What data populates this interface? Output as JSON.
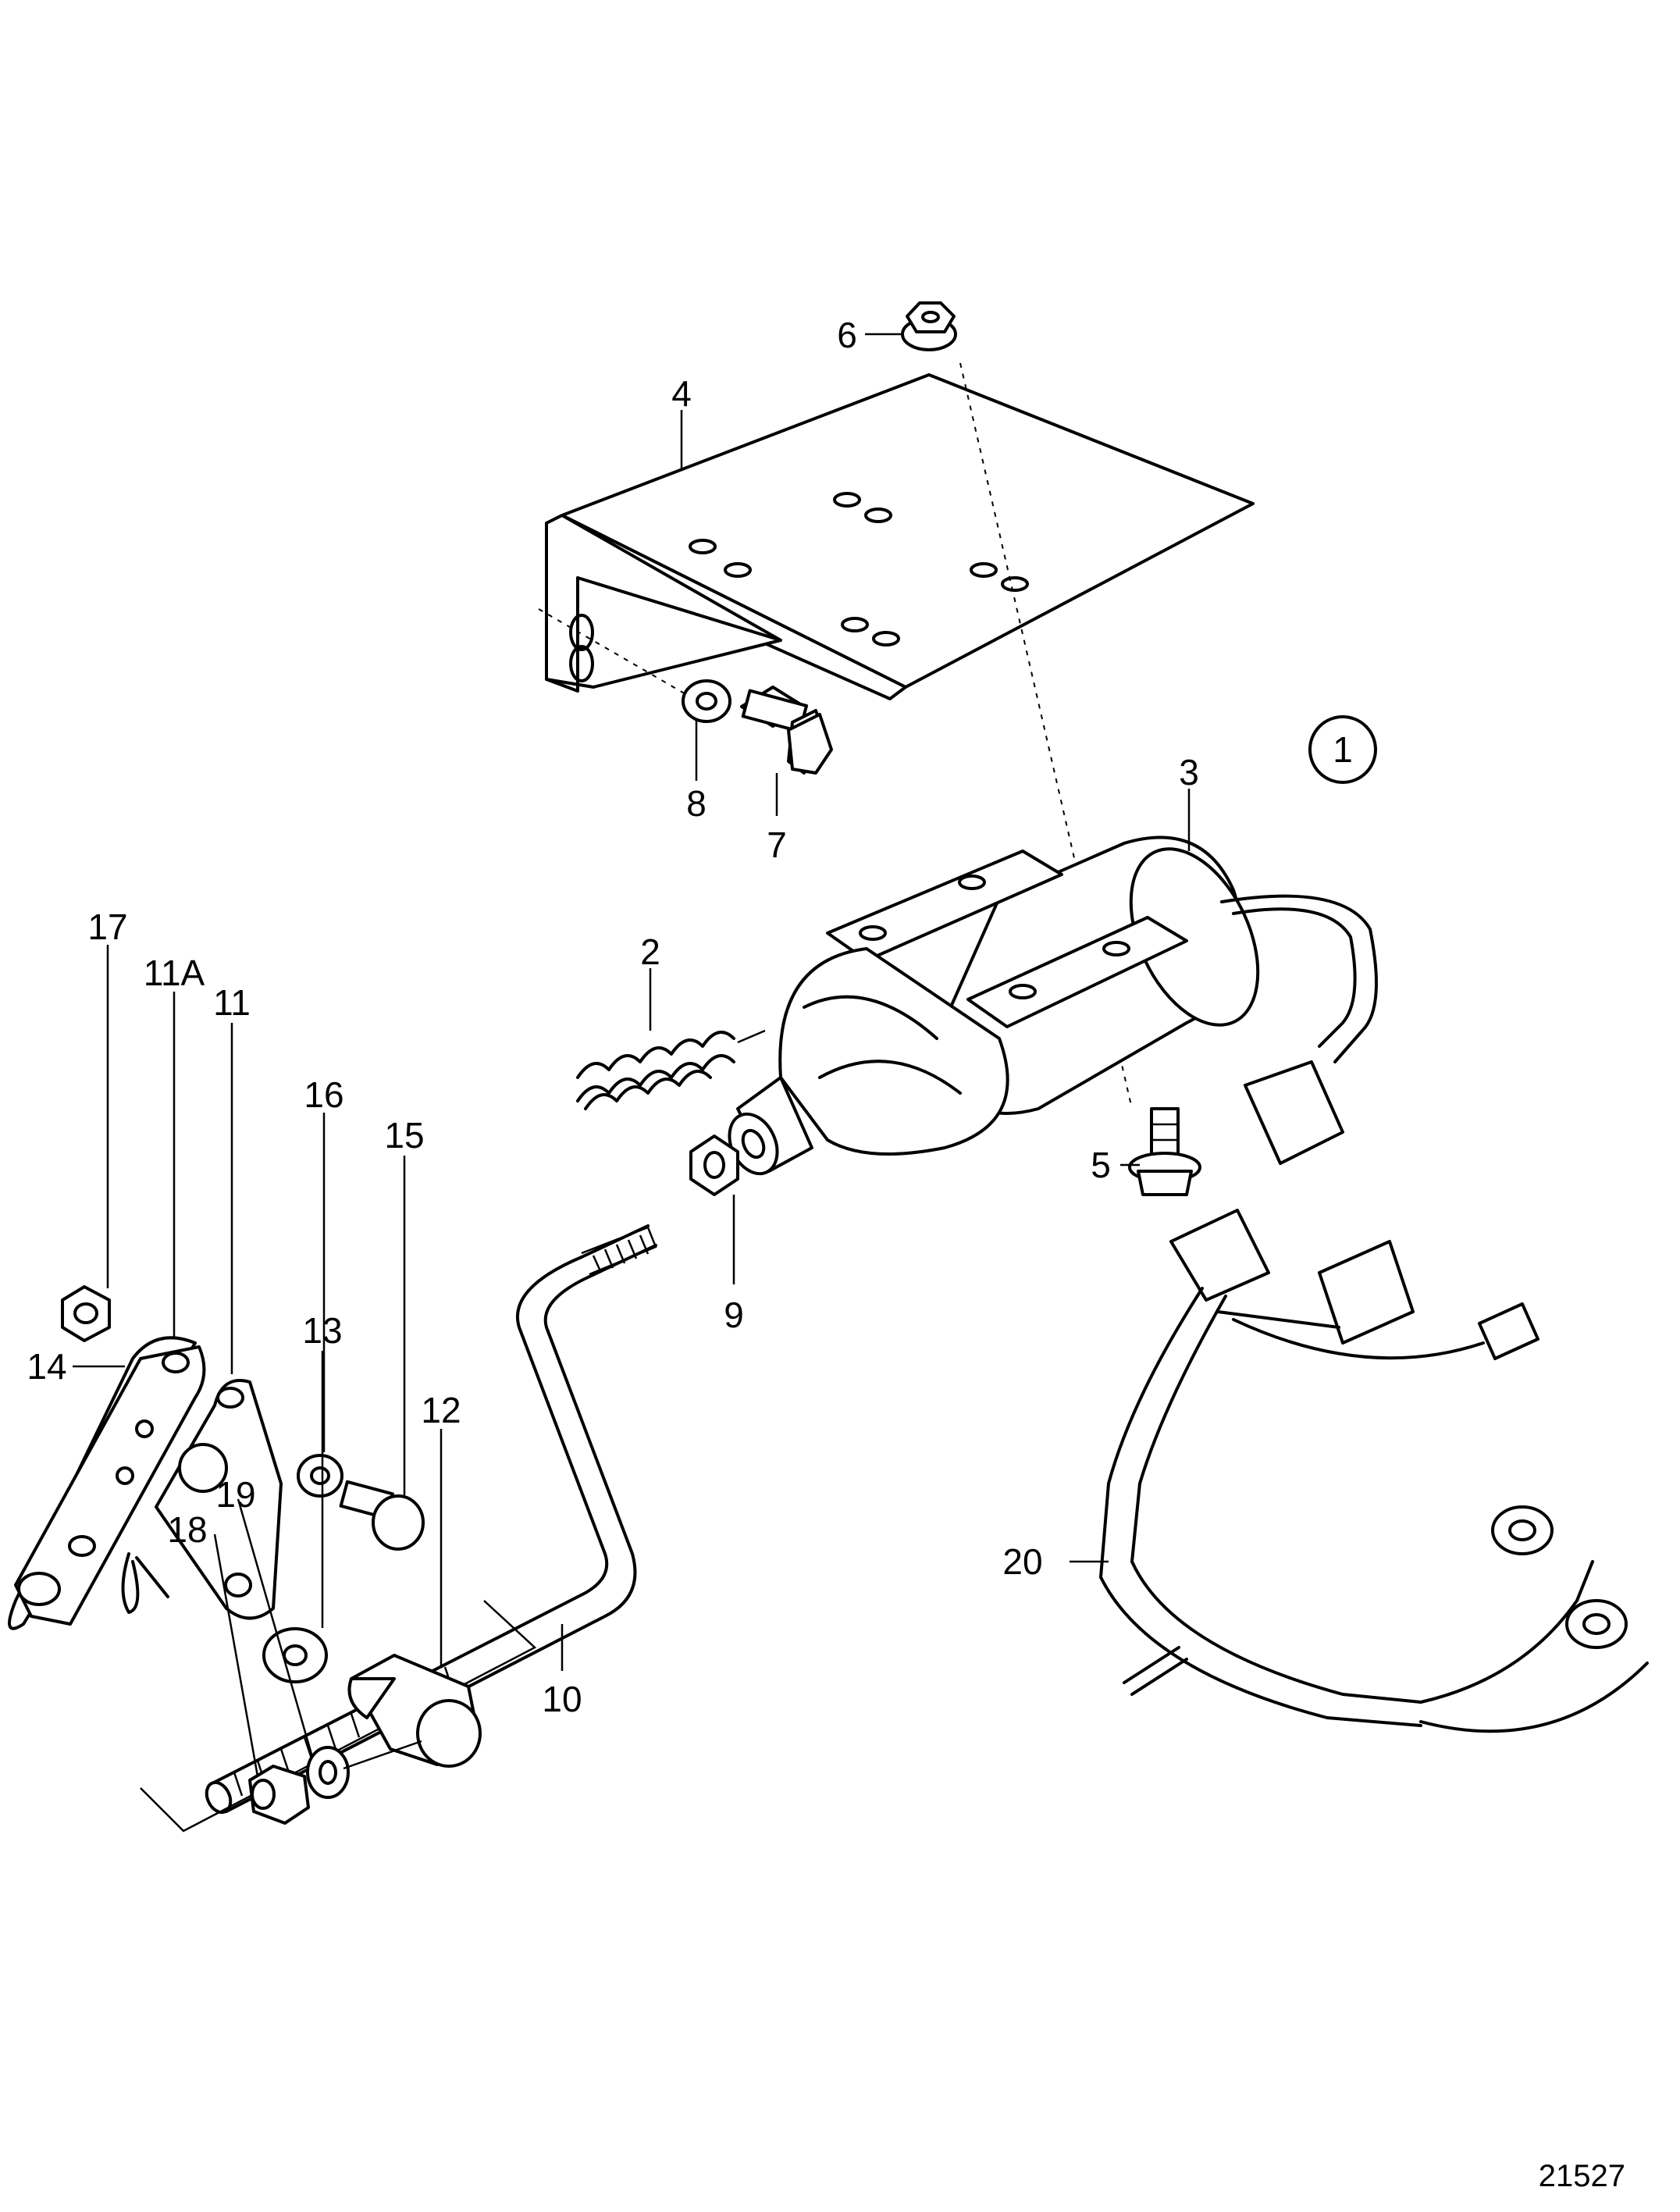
{
  "diagram": {
    "callouts": [
      {
        "id": "c1",
        "text": "1"
      },
      {
        "id": "c2",
        "text": "2"
      },
      {
        "id": "c3",
        "text": "3"
      },
      {
        "id": "c4",
        "text": "4"
      },
      {
        "id": "c5",
        "text": "5"
      },
      {
        "id": "c6",
        "text": "6"
      },
      {
        "id": "c7",
        "text": "7"
      },
      {
        "id": "c8",
        "text": "8"
      },
      {
        "id": "c9",
        "text": "9"
      },
      {
        "id": "c10",
        "text": "10"
      },
      {
        "id": "c11",
        "text": "11"
      },
      {
        "id": "c11a",
        "text": "11A"
      },
      {
        "id": "c12",
        "text": "12"
      },
      {
        "id": "c13",
        "text": "13"
      },
      {
        "id": "c14",
        "text": "14"
      },
      {
        "id": "c15",
        "text": "15"
      },
      {
        "id": "c16",
        "text": "16"
      },
      {
        "id": "c17",
        "text": "17"
      },
      {
        "id": "c18",
        "text": "18"
      },
      {
        "id": "c19",
        "text": "19"
      },
      {
        "id": "c20",
        "text": "20"
      }
    ],
    "figure_number": "21527"
  }
}
